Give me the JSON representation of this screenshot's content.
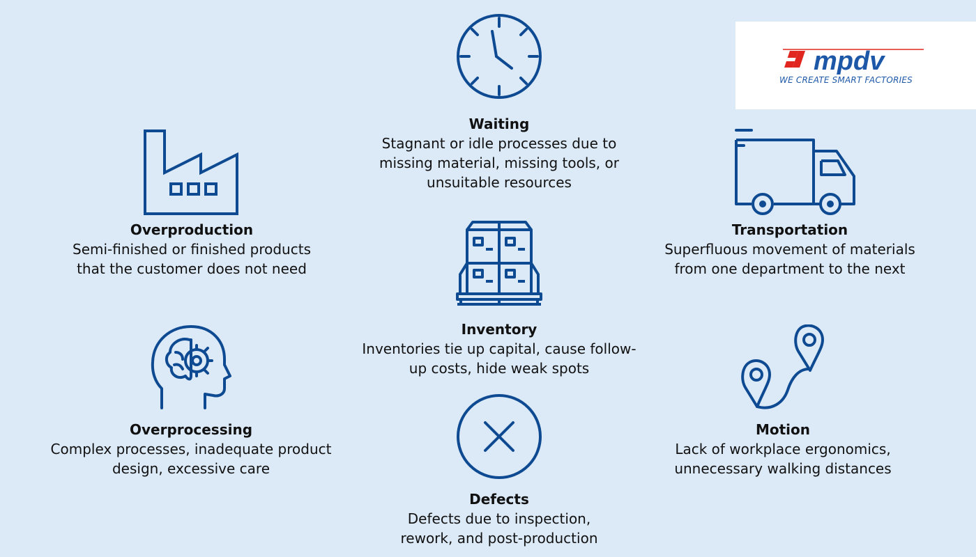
{
  "accent_color": "#0e4a92",
  "logo": {
    "wordmark": "mpdv",
    "tagline": "WE CREATE SMART FACTORIES",
    "icon": "mpdv-logo-icon"
  },
  "wastes": {
    "waiting": {
      "icon": "clock-icon",
      "title": "Waiting",
      "lines": [
        "Stagnant or idle processes due to",
        "missing material, missing tools, or",
        "unsuitable resources"
      ]
    },
    "overproduction": {
      "icon": "factory-icon",
      "title": "Overproduction",
      "lines": [
        "Semi-finished or finished products",
        "that the customer does not need"
      ]
    },
    "transportation": {
      "icon": "truck-icon",
      "title": "Transportation",
      "lines": [
        "Superfluous movement of materials",
        "from one department to the next"
      ]
    },
    "inventory": {
      "icon": "pallet-boxes-icon",
      "title": "Inventory",
      "lines": [
        "Inventories tie up capital, cause follow-",
        "up costs, hide weak spots"
      ]
    },
    "overprocessing": {
      "icon": "head-gear-icon",
      "title": "Overprocessing",
      "lines": [
        "Complex processes, inadequate product",
        "design, excessive care"
      ]
    },
    "motion": {
      "icon": "route-pins-icon",
      "title": "Motion",
      "lines": [
        "Lack of workplace ergonomics,",
        "unnecessary walking distances"
      ]
    },
    "defects": {
      "icon": "x-circle-icon",
      "title": "Defects",
      "lines": [
        "Defects due to inspection,",
        "rework, and post-production"
      ]
    }
  }
}
